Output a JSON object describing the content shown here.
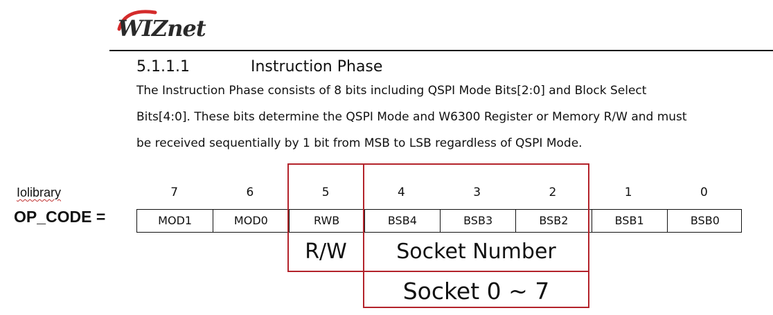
{
  "logo": {
    "text": "WIZnet",
    "accent_color": "#d42b2b"
  },
  "section": {
    "number": "5.1.1.1",
    "title": "Instruction Phase"
  },
  "paragraph": {
    "line1": "The Instruction Phase consists of 8 bits including QSPI Mode Bits[2:0] and Block Select",
    "line2": "Bits[4:0]. These bits determine the QSPI Mode and W6300 Register or Memory R/W and must",
    "line3": "be received sequentially by 1 bit from MSB to LSB regardless of QSPI Mode."
  },
  "labels": {
    "library": "Iolibrary",
    "opcode": "OP_CODE ="
  },
  "bit_table": {
    "bit_numbers": [
      "7",
      "6",
      "5",
      "4",
      "3",
      "2",
      "1",
      "0"
    ],
    "fields": [
      "MOD1",
      "MOD0",
      "RWB",
      "BSB4",
      "BSB3",
      "BSB2",
      "BSB1",
      "BSB0"
    ]
  },
  "annotations": {
    "rw": "R/W",
    "socket_number": "Socket Number",
    "socket_range": "Socket 0 ~ 7",
    "box_color": "#b3232b"
  }
}
